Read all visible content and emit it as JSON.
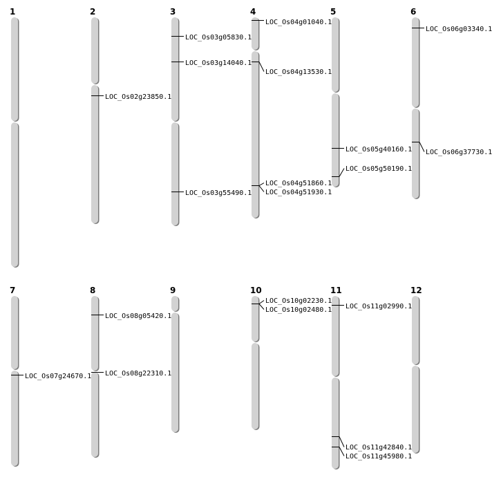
{
  "diagram": {
    "colors": {
      "chromosome_fill": "#d2d2d2",
      "chromosome_shadow": "#7a7a7a",
      "marker_line": "#000000"
    },
    "chromosomes": [
      {
        "name": "1",
        "markers": []
      },
      {
        "name": "2",
        "markers": [
          "LOC_Os02g23850.1"
        ]
      },
      {
        "name": "3",
        "markers": [
          "LOC_Os03g05830.1",
          "LOC_Os03g14040.1",
          "LOC_Os03g55490.1"
        ]
      },
      {
        "name": "4",
        "markers": [
          "LOC_Os04g01040.1",
          "LOC_Os04g13530.1",
          "LOC_Os04g51860.1",
          "LOC_Os04g51930.1"
        ]
      },
      {
        "name": "5",
        "markers": [
          "LOC_Os05g40160.1",
          "LOC_Os05g50190.1"
        ]
      },
      {
        "name": "6",
        "markers": [
          "LOC_Os06g03340.1",
          "LOC_Os06g37730.1"
        ]
      },
      {
        "name": "7",
        "markers": [
          "LOC_Os07g24670.1"
        ]
      },
      {
        "name": "8",
        "markers": [
          "LOC_Os08g05420.1",
          "LOC_Os08g22310.1"
        ]
      },
      {
        "name": "9",
        "markers": []
      },
      {
        "name": "10",
        "markers": [
          "LOC_Os10g02230.1",
          "LOC_Os10g02480.1"
        ]
      },
      {
        "name": "11",
        "markers": [
          "LOC_Os11g02990.1",
          "LOC_Os11g42840.1",
          "LOC_Os11g45980.1"
        ]
      },
      {
        "name": "12",
        "markers": []
      }
    ]
  }
}
